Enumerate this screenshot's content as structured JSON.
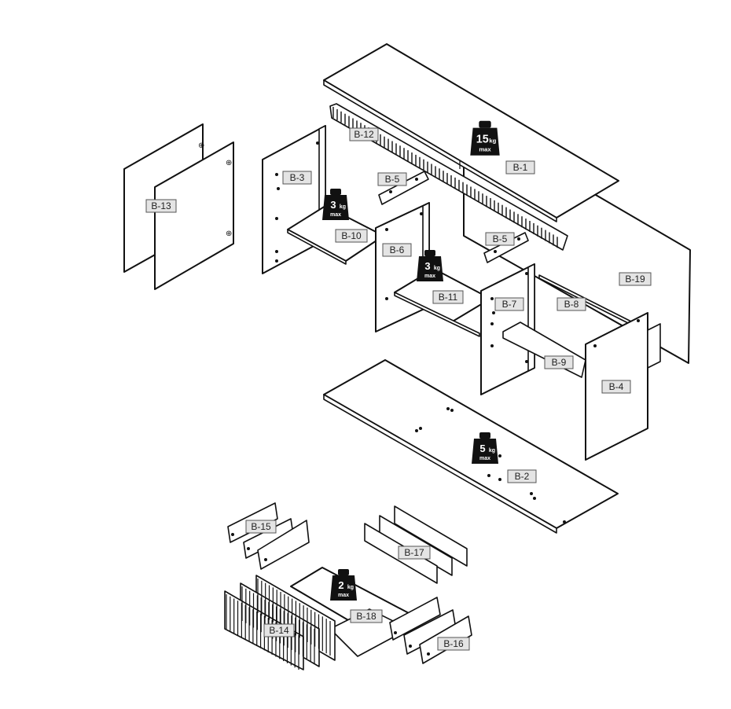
{
  "parts": [
    {
      "id": "b1",
      "label": "B-1"
    },
    {
      "id": "b2",
      "label": "B-2"
    },
    {
      "id": "b3",
      "label": "B-3"
    },
    {
      "id": "b4",
      "label": "B-4"
    },
    {
      "id": "b5a",
      "label": "B-5"
    },
    {
      "id": "b5b",
      "label": "B-5"
    },
    {
      "id": "b6",
      "label": "B-6"
    },
    {
      "id": "b7",
      "label": "B-7"
    },
    {
      "id": "b8",
      "label": "B-8"
    },
    {
      "id": "b9",
      "label": "B-9"
    },
    {
      "id": "b10",
      "label": "B-10"
    },
    {
      "id": "b11",
      "label": "B-11"
    },
    {
      "id": "b12",
      "label": "B-12"
    },
    {
      "id": "b13",
      "label": "B-13"
    },
    {
      "id": "b14",
      "label": "B-14"
    },
    {
      "id": "b15",
      "label": "B-15"
    },
    {
      "id": "b16",
      "label": "B-16"
    },
    {
      "id": "b17",
      "label": "B-17"
    },
    {
      "id": "b18",
      "label": "B-18"
    },
    {
      "id": "b19",
      "label": "B-19"
    }
  ],
  "weight_limits": [
    {
      "id": "w15",
      "value": "15",
      "unit": "kg",
      "note": "max"
    },
    {
      "id": "w3a",
      "value": "3",
      "unit": "kg",
      "note": "max"
    },
    {
      "id": "w3b",
      "value": "3",
      "unit": "kg",
      "note": "max"
    },
    {
      "id": "w5",
      "value": "5",
      "unit": "kg",
      "note": "max"
    },
    {
      "id": "w2",
      "value": "2",
      "unit": "kg",
      "note": "max"
    }
  ]
}
